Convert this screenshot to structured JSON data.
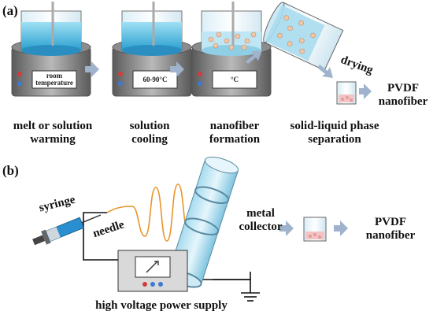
{
  "panels": {
    "a": "(a)",
    "b": "(b)"
  },
  "colors": {
    "liquid": "#3fb3d9",
    "liquid_light": "#8fd6ee",
    "stand": "#7d7d7d",
    "arrow": "#9fb4cc",
    "fiber_orange": "#e8952b",
    "collector": "#7fc4e0",
    "syringe_blue": "#2a8fd0",
    "button_red": "#d33b3b",
    "button_blue": "#3b7bd3",
    "nanofiber_pink": "#e79a9a"
  },
  "panel_a": {
    "steps": [
      {
        "label_line1": "melt or solution",
        "label_line2": "warming",
        "readout_line1": "room",
        "readout_line2": "temperature",
        "icon": "hot-plate-beaker-icon"
      },
      {
        "label_line1": "solution",
        "label_line2": "cooling",
        "readout_line1": "60-90°C",
        "readout_line2": "",
        "icon": "hot-plate-beaker-icon"
      },
      {
        "label_line1": "nanofiber",
        "label_line2": "formation",
        "readout_line1": "°C",
        "readout_line2": "",
        "icon": "hot-plate-beaker-icon"
      },
      {
        "label_line1": "solid-liquid phase",
        "label_line2": "separation",
        "icon": "tilted-beaker-icon"
      }
    ],
    "drying_label": "drying",
    "product_line1": "PVDF",
    "product_line2": "nanofiber"
  },
  "panel_b": {
    "syringe_label": "syringe",
    "needle_label": "needle",
    "collector_line1": "metal",
    "collector_line2": "collector",
    "power_supply_label": "high voltage power supply",
    "product_line1": "PVDF",
    "product_line2": "nanofiber"
  }
}
